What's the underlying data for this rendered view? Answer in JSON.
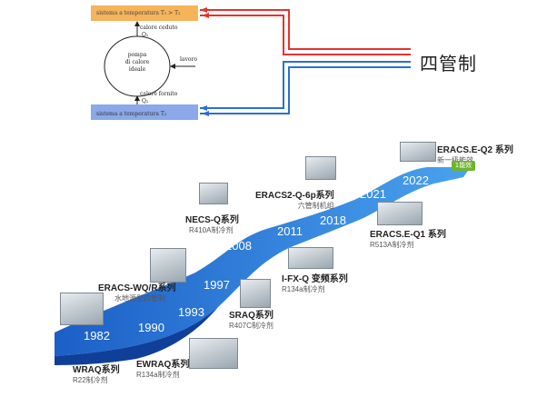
{
  "diagram": {
    "top_bar_label": "sistema a temperatura T₁ > T₂",
    "bottom_bar_label": "sistema a temperatura T₂",
    "heat_released_label": "calore ceduto",
    "heat_released_symbol": "Q₁",
    "pump_line1": "pompa",
    "pump_line2": "di calore",
    "pump_line3": "ideale",
    "work_label": "lavoro",
    "heat_supplied_label": "calore fornito",
    "heat_supplied_symbol": "Q₂",
    "system_label": "四管制"
  },
  "timeline": {
    "years": [
      "1982",
      "1990",
      "1993",
      "1997",
      "2008",
      "2011",
      "2018",
      "2021",
      "2022"
    ],
    "products": [
      {
        "name": "WRAQ系列",
        "sub": "R22制冷剂"
      },
      {
        "name": "EWRAQ系列",
        "sub": "R134a制冷剂"
      },
      {
        "name": "ERACS-WQ/R系列",
        "sub": "水地源型四管制"
      },
      {
        "name": "SRAQ系列",
        "sub": "R407C制冷剂"
      },
      {
        "name": "NECS-Q系列",
        "sub": "R410A制冷剂"
      },
      {
        "name": "I-FX-Q 变频系列",
        "sub": "R134a制冷剂"
      },
      {
        "name": "ERACS2-Q-6p系列",
        "sub": "六管制机组"
      },
      {
        "name": "ERACS.E-Q1 系列",
        "sub": "R513A制冷剂"
      },
      {
        "name": "ERACS.E-Q2 系列",
        "sub": "新一级能效"
      }
    ],
    "badge_text": "1能效"
  },
  "colors": {
    "red_pipe": "#e8322d",
    "blue_pipe": "#2b6fd6",
    "ribbon": "#1f6bd4"
  }
}
